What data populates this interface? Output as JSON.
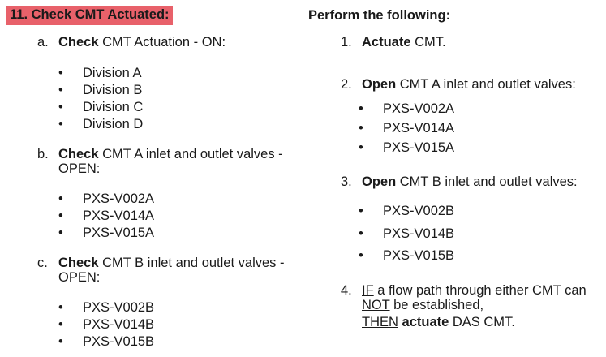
{
  "step": {
    "title": "11.  Check CMT Actuated:"
  },
  "right_header": "Perform the following:",
  "left": {
    "a": {
      "marker": "a.",
      "verb": "Check",
      "rest": " CMT Actuation - ON:",
      "items": [
        "Division A",
        "Division B",
        "Division C",
        "Division D"
      ]
    },
    "b": {
      "marker": "b.",
      "verb": "Check",
      "rest": " CMT A inlet and outlet valves -",
      "line2": "OPEN:",
      "items": [
        "PXS-V002A",
        "PXS-V014A",
        "PXS-V015A"
      ]
    },
    "c": {
      "marker": "c.",
      "verb": "Check",
      "rest": " CMT B inlet and outlet valves -",
      "line2": "OPEN:",
      "items": [
        "PXS-V002B",
        "PXS-V014B",
        "PXS-V015B"
      ]
    }
  },
  "right": {
    "s1": {
      "marker": "1.",
      "verb": "Actuate",
      "rest": " CMT."
    },
    "s2": {
      "marker": "2.",
      "verb": "Open",
      "rest": " CMT A inlet and outlet valves:",
      "items": [
        "PXS-V002A",
        "PXS-V014A",
        "PXS-V015A"
      ]
    },
    "s3": {
      "marker": "3.",
      "verb": "Open",
      "rest": " CMT B inlet and outlet valves:",
      "items": [
        "PXS-V002B",
        "PXS-V014B",
        "PXS-V015B"
      ]
    },
    "s4": {
      "marker": "4.",
      "if": "IF",
      "l1": " a flow path through either CMT can",
      "not": "NOT",
      "l2": " be established,",
      "then": "THEN",
      "verb": "actuate",
      "l3": " DAS CMT."
    }
  }
}
